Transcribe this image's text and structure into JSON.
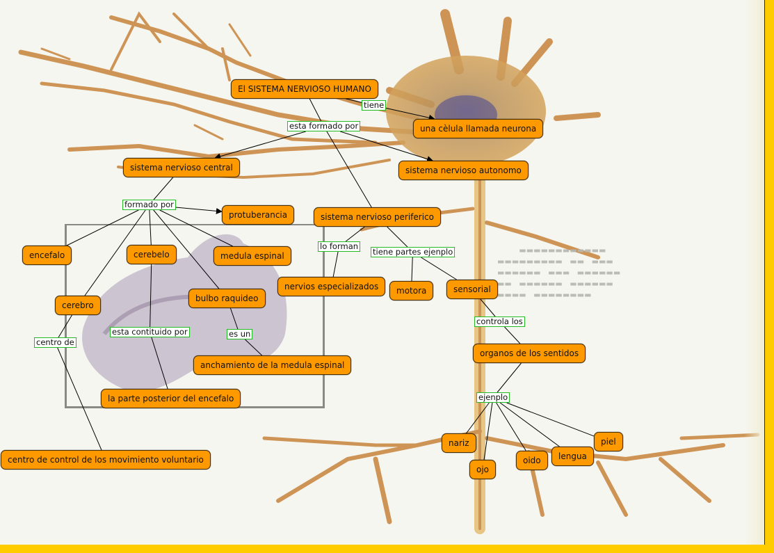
{
  "map": {
    "concepts": [
      {
        "id": "sistema-nervioso-humano",
        "label": "El SISTEMA NERVIOSO HUMANO"
      },
      {
        "id": "celula-neurona",
        "label": "una cèlula llamada neurona"
      },
      {
        "id": "sistema-nervioso-central",
        "label": "sistema nervioso central"
      },
      {
        "id": "sistema-nervioso-autonomo",
        "label": "sistema nervioso autonomo"
      },
      {
        "id": "protuberancia",
        "label": "protuberancia"
      },
      {
        "id": "sistema-nervioso-periferico",
        "label": "sistema nervioso periferico"
      },
      {
        "id": "encefalo",
        "label": "encefalo"
      },
      {
        "id": "cerebelo",
        "label": "cerebelo"
      },
      {
        "id": "medula-espinal",
        "label": "medula espinal"
      },
      {
        "id": "nervios-especializados",
        "label": "nervios especializados"
      },
      {
        "id": "motora",
        "label": "motora"
      },
      {
        "id": "sensorial",
        "label": "sensorial"
      },
      {
        "id": "bulbo-raquideo",
        "label": "bulbo raquideo"
      },
      {
        "id": "cerebro",
        "label": "cerebro"
      },
      {
        "id": "anchamiento-medula",
        "label": "anchamiento de la medula espinal"
      },
      {
        "id": "organos-sentidos",
        "label": "organos de los sentidos"
      },
      {
        "id": "parte-posterior-encefalo",
        "label": "la parte posterior del encefalo"
      },
      {
        "id": "centro-control",
        "label": "centro de control de los movimiento voluntario"
      },
      {
        "id": "nariz",
        "label": "nariz"
      },
      {
        "id": "piel",
        "label": "piel"
      },
      {
        "id": "lengua",
        "label": "lengua"
      },
      {
        "id": "oido",
        "label": "oido"
      },
      {
        "id": "ojo",
        "label": "ojo"
      }
    ],
    "linking_phrases": [
      {
        "id": "tiene",
        "label": "tiene"
      },
      {
        "id": "esta-formado-por",
        "label": "esta formado por"
      },
      {
        "id": "formado-por",
        "label": "formado por"
      },
      {
        "id": "lo-forman",
        "label": "lo forman"
      },
      {
        "id": "tiene-partes-ejenplo",
        "label": "tiene partes ejenplo"
      },
      {
        "id": "controla-los",
        "label": "controla los"
      },
      {
        "id": "esta-contituido-por",
        "label": "esta contituido por"
      },
      {
        "id": "es-un",
        "label": "es un"
      },
      {
        "id": "centro-de",
        "label": "centro de "
      },
      {
        "id": "ejenplo",
        "label": "ejenplo"
      }
    ],
    "connections": [
      {
        "from": "sistema-nervioso-humano",
        "to": "tiene",
        "arrow": false
      },
      {
        "from": "tiene",
        "to": "celula-neurona",
        "arrow": true
      },
      {
        "from": "sistema-nervioso-humano",
        "to": "esta-formado-por",
        "arrow": false
      },
      {
        "from": "esta-formado-por",
        "to": "sistema-nervioso-central",
        "arrow": true
      },
      {
        "from": "esta-formado-por",
        "to": "sistema-nervioso-autonomo",
        "arrow": true
      },
      {
        "from": "esta-formado-por",
        "to": "sistema-nervioso-periferico",
        "arrow": false
      },
      {
        "from": "sistema-nervioso-central",
        "to": "formado-por",
        "arrow": false
      },
      {
        "from": "formado-por",
        "to": "protuberancia",
        "arrow": true
      },
      {
        "from": "formado-por",
        "to": "encefalo",
        "arrow": false
      },
      {
        "from": "formado-por",
        "to": "cerebelo",
        "arrow": false
      },
      {
        "from": "formado-por",
        "to": "medula-espinal",
        "arrow": false
      },
      {
        "from": "formado-por",
        "to": "bulbo-raquideo",
        "arrow": false
      },
      {
        "from": "formado-por",
        "to": "cerebro",
        "arrow": false
      },
      {
        "from": "sistema-nervioso-periferico",
        "to": "lo-forman",
        "arrow": false
      },
      {
        "from": "lo-forman",
        "to": "nervios-especializados",
        "arrow": false
      },
      {
        "from": "sistema-nervioso-periferico",
        "to": "tiene-partes-ejenplo",
        "arrow": false
      },
      {
        "from": "tiene-partes-ejenplo",
        "to": "motora",
        "arrow": false
      },
      {
        "from": "tiene-partes-ejenplo",
        "to": "sensorial",
        "arrow": false
      },
      {
        "from": "sensorial",
        "to": "controla-los",
        "arrow": false
      },
      {
        "from": "controla-los",
        "to": "organos-sentidos",
        "arrow": false
      },
      {
        "from": "cerebelo",
        "to": "esta-contituido-por",
        "arrow": false
      },
      {
        "from": "esta-contituido-por",
        "to": "parte-posterior-encefalo",
        "arrow": false
      },
      {
        "from": "bulbo-raquideo",
        "to": "es-un",
        "arrow": false
      },
      {
        "from": "es-un",
        "to": "anchamiento-medula",
        "arrow": false
      },
      {
        "from": "cerebro",
        "to": "centro-de",
        "arrow": false
      },
      {
        "from": "centro-de",
        "to": "centro-control",
        "arrow": false
      },
      {
        "from": "organos-sentidos",
        "to": "ejenplo",
        "arrow": false
      },
      {
        "from": "ejenplo",
        "to": "nariz",
        "arrow": false
      },
      {
        "from": "ejenplo",
        "to": "ojo",
        "arrow": false
      },
      {
        "from": "ejenplo",
        "to": "oido",
        "arrow": false
      },
      {
        "from": "ejenplo",
        "to": "lengua",
        "arrow": false
      },
      {
        "from": "ejenplo",
        "to": "piel",
        "arrow": false
      }
    ]
  },
  "colors": {
    "concept_fill": "#ff9900",
    "concept_border": "#4a2e00",
    "link_border": "#22bb22",
    "background": "#f6f6f0",
    "accent_bar": "#ffcc00",
    "neuron_brown": "#c98a45"
  }
}
